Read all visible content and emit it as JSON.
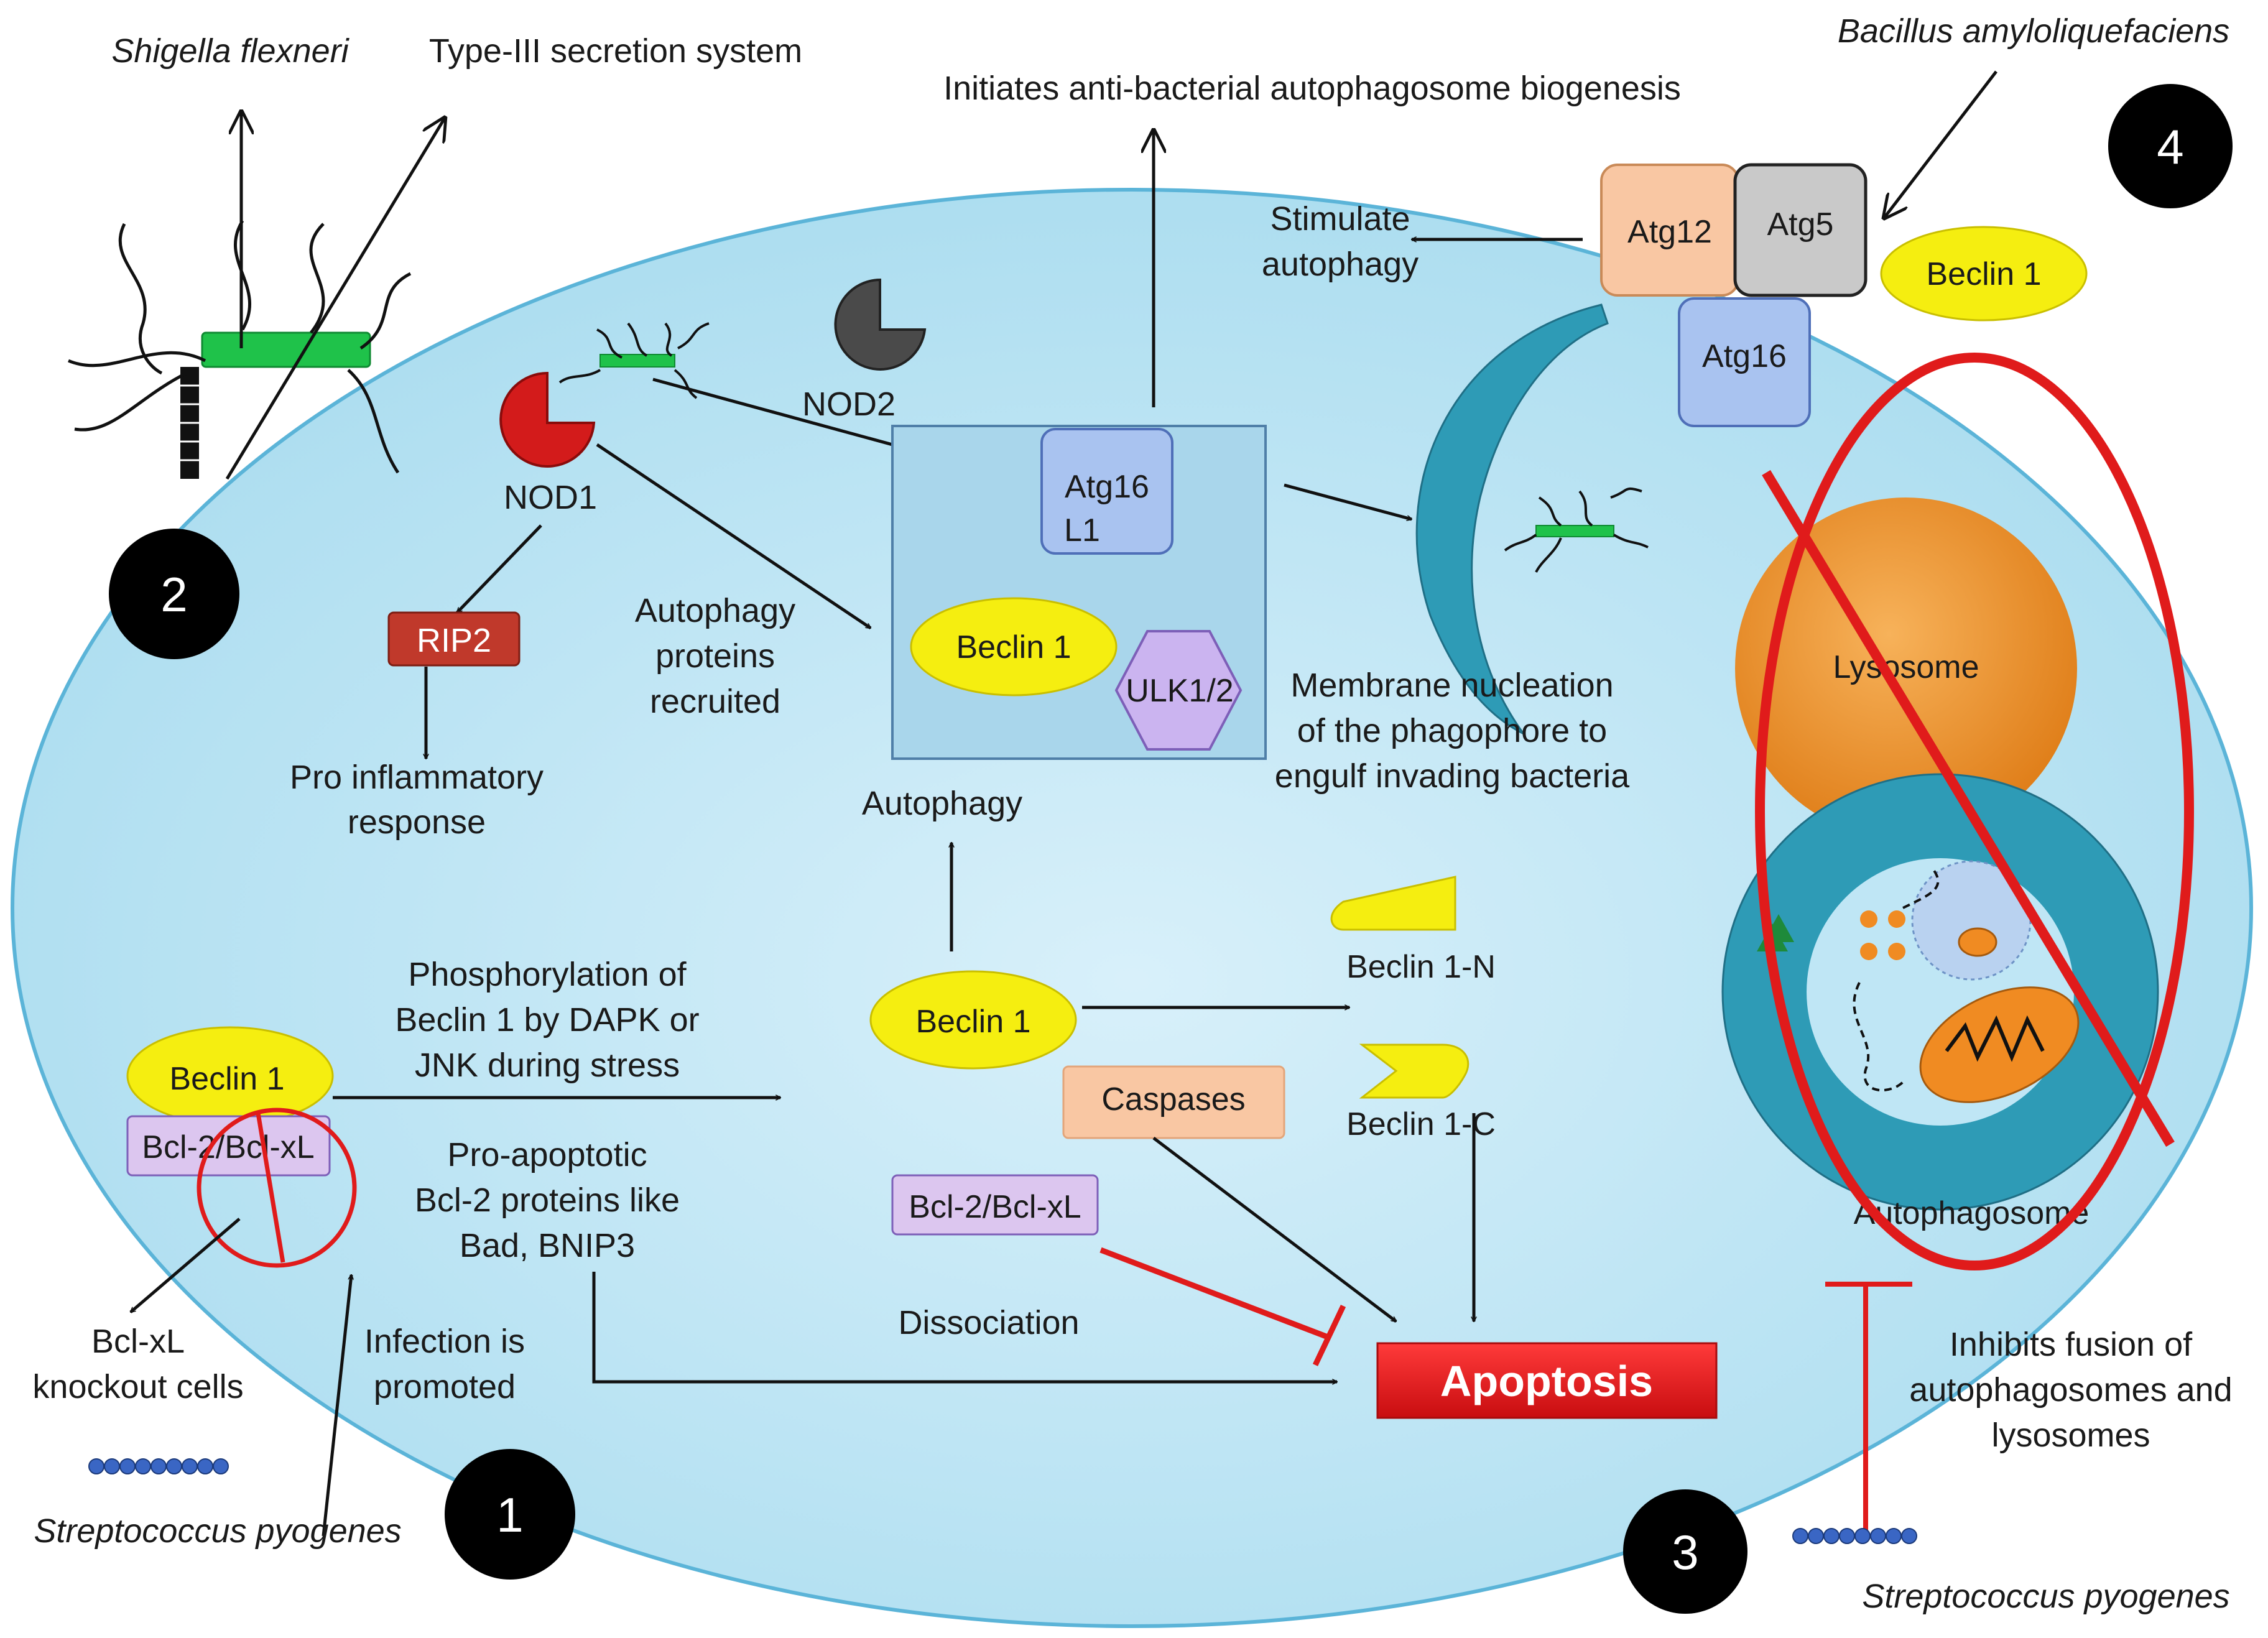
{
  "labels": {
    "shigella": "Shigella flexneri",
    "t3ss": "Type-III secretion system",
    "initiates": "Initiates anti-bacterial autophagosome biogenesis",
    "bacillus": "Bacillus amyloliquefaciens",
    "stimulate_1": "Stimulate",
    "stimulate_2": "autophagy",
    "nod1": "NOD1",
    "nod2": "NOD2",
    "rip2": "RIP2",
    "pro_infl_1": "Pro inflammatory",
    "pro_infl_2": "response",
    "recruited_1": "Autophagy",
    "recruited_2": "proteins",
    "recruited_3": "recruited",
    "atg16l1_1": "Atg16",
    "atg16l1_2": "L1",
    "beclin_center": "Beclin 1",
    "ulk": "ULK1/2",
    "membrane_1": "Membrane nucleation",
    "membrane_2": "of the phagophore to",
    "membrane_3": "engulf invading bacteria",
    "autophagy": "Autophagy",
    "atg12": "Atg12",
    "atg5": "Atg5",
    "atg16": "Atg16",
    "beclin_top": "Beclin 1",
    "lysosome": "Lysosome",
    "autophagosome": "Autophagosome",
    "phospho_1": "Phosphorylation of",
    "phospho_2": "Beclin 1 by DAPK or",
    "phospho_3": "JNK during stress",
    "beclin_left": "Beclin 1",
    "bcl_left": "Bcl-2/Bcl-xL",
    "beclin_mid": "Beclin 1",
    "beclin_n": "Beclin 1-N",
    "beclin_c": "Beclin 1-C",
    "caspases": "Caspases",
    "proapop_1": "Pro-apoptotic",
    "proapop_2": "Bcl-2 proteins like",
    "proapop_3": "Bad, BNIP3",
    "bcl_mid": "Bcl-2/Bcl-xL",
    "knockout_1": "Bcl-xL",
    "knockout_2": "knockout cells",
    "infection_1": "Infection is",
    "infection_2": "promoted",
    "dissociation": "Dissociation",
    "apoptosis": "Apoptosis",
    "inhibits_1": "Inhibits fusion of",
    "inhibits_2": "autophagosomes and",
    "inhibits_3": "lysosomes",
    "strep_left": "Streptococcus pyogenes",
    "strep_right": "Streptococcus pyogenes",
    "num1": "1",
    "num2": "2",
    "num3": "3",
    "num4": "4"
  },
  "colors": {
    "cell_fill": "#bfe6f5",
    "cell_stroke": "#59b3d6",
    "beclin": "#f5ee10",
    "atg_blue": "#a9c3f0",
    "atg12": "#f9c7a3",
    "atg5": "#c9c9c9",
    "ulk": "#cbb4f0",
    "bcl": "#dcc6ef",
    "rip2": "#c0392b",
    "apoptosis": "#e8151b",
    "inhibit_red": "#e01b1b",
    "lysosome": "#f39a32",
    "phagophore": "#2e9bb6",
    "nod1": "#d01818",
    "nod2": "#4a4a4a",
    "caspases": "#f9c7a3"
  },
  "icons": [
    "bacterium-shigella-icon",
    "nod1-icon",
    "nod2-icon",
    "phagophore-icon",
    "lysosome-icon",
    "autophagosome-icon",
    "streptococcus-chain-icon",
    "no-symbol-icon"
  ]
}
